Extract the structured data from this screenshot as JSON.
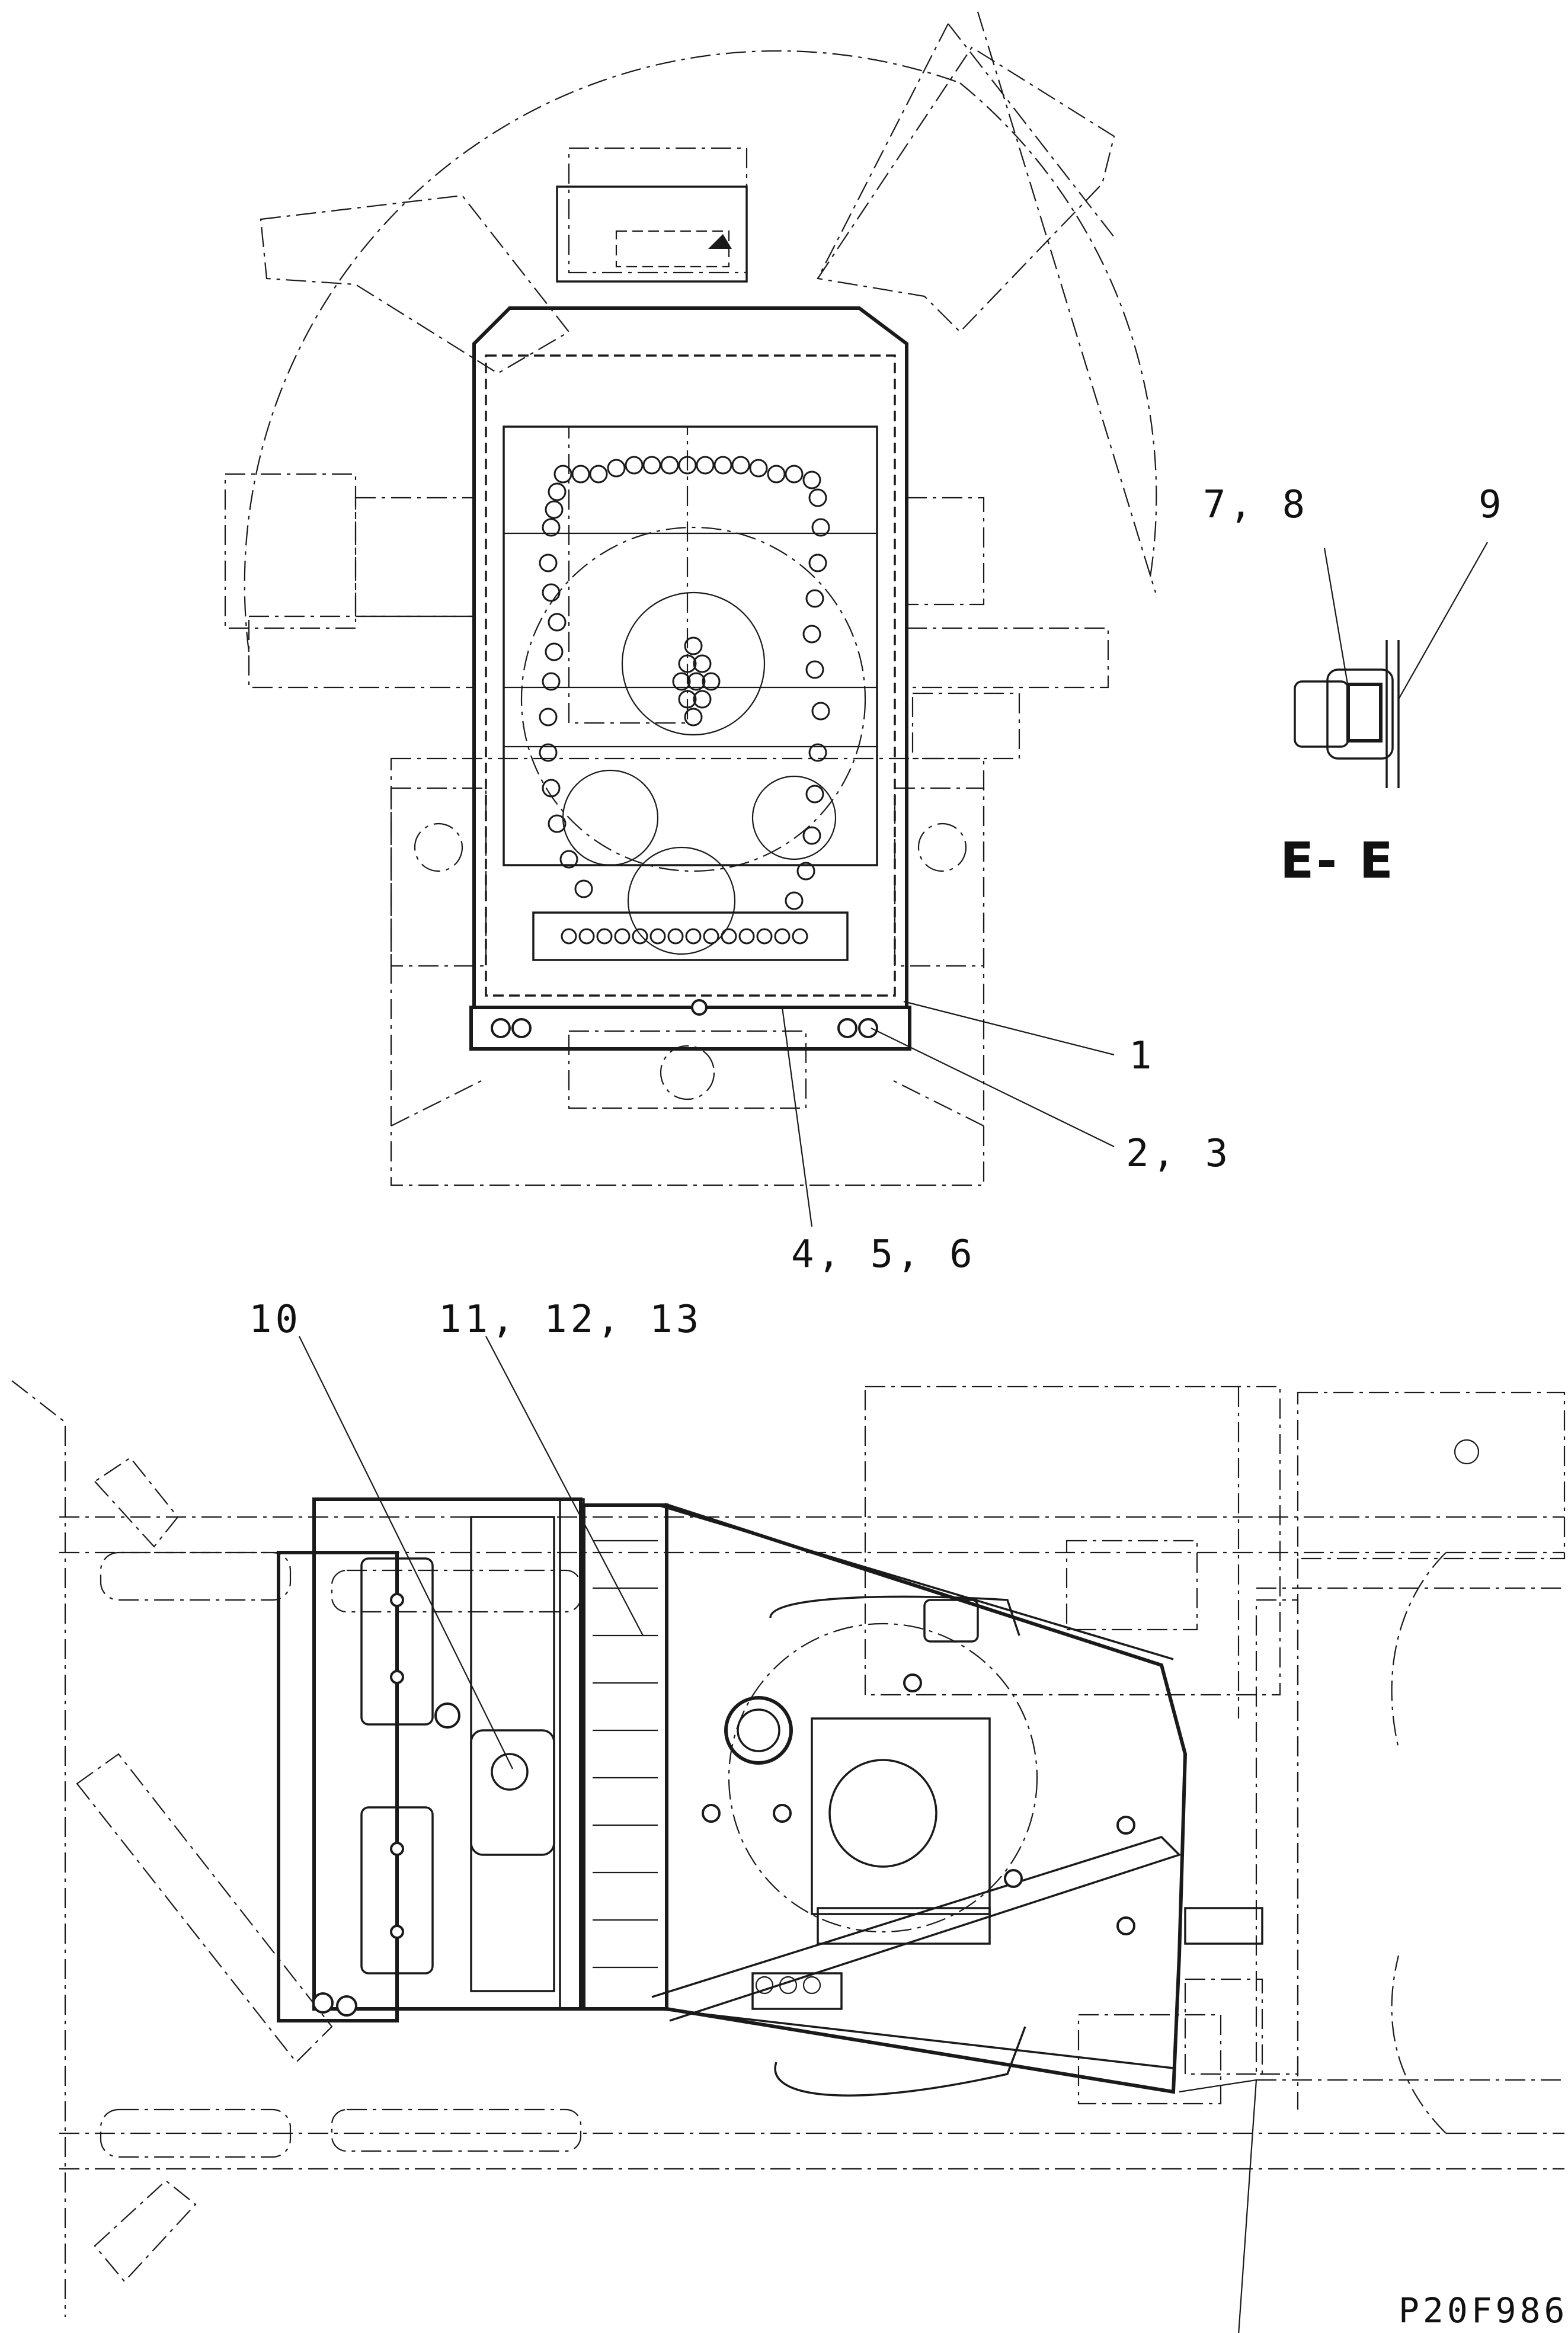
{
  "callouts": {
    "top_1": "1",
    "top_2_3": "2, 3",
    "top_4_5_6": "4, 5, 6",
    "detail_7_8": "7, 8",
    "detail_9": "9",
    "bottom_10": "10",
    "bottom_11_12_13": "11, 12, 13"
  },
  "section_view": {
    "title": "E- E"
  },
  "figure_code": "P20F986"
}
